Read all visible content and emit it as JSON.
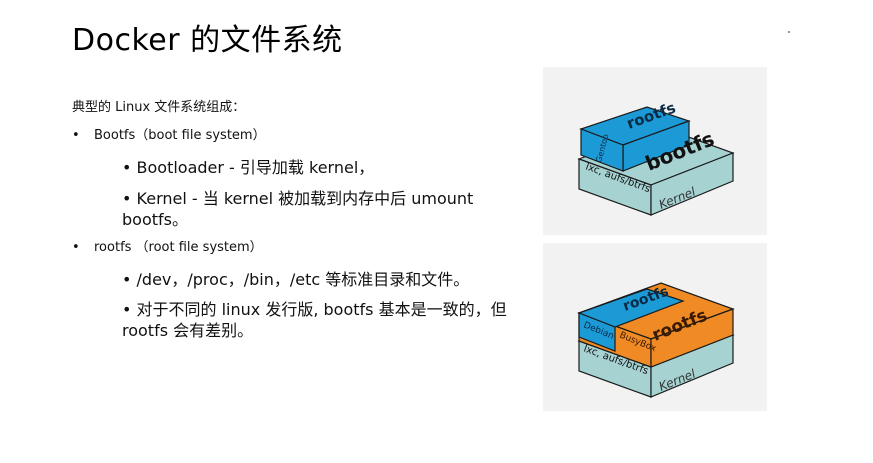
{
  "title": "Docker 的文件系统",
  "intro": "典型的 Linux 文件系统组成：",
  "bullets": [
    {
      "marker": "•",
      "label": "Bootfs（boot file system）",
      "subitems": [
        "• Bootloader - 引导加载 kernel，",
        "• Kernel - 当 kernel 被加载到内存中后 umount bootfs。"
      ]
    },
    {
      "marker": "•",
      "label": "rootfs （root file system）",
      "subitems": [
        "• /dev，/proc，/bin，/etc 等标准目录和文件。",
        "• 对于不同的 linux 发行版, bootfs 基本是一致的，但 rootfs 会有差别。"
      ]
    }
  ],
  "diagram1": {
    "top_layer": "rootfs",
    "top_side": "Gentoo",
    "mid_layer": "bootfs",
    "mid_side": "lxc, aufs/btrfs",
    "bottom_layer": "Kernel",
    "colors": {
      "top": "#1b9ad6",
      "mid": "#a6d2d2",
      "bottom": "#a6d2d2"
    }
  },
  "diagram2": {
    "top_layer": "rootfs",
    "top_side": "Debian",
    "mid_layer": "rootfs",
    "mid_side": "BusyBox",
    "bottom_side": "lxc, aufs/btrfs",
    "bottom_layer": "Kernel",
    "colors": {
      "top": "#1b9ad6",
      "mid": "#f08a24",
      "bottom": "#a6d2d2"
    }
  }
}
